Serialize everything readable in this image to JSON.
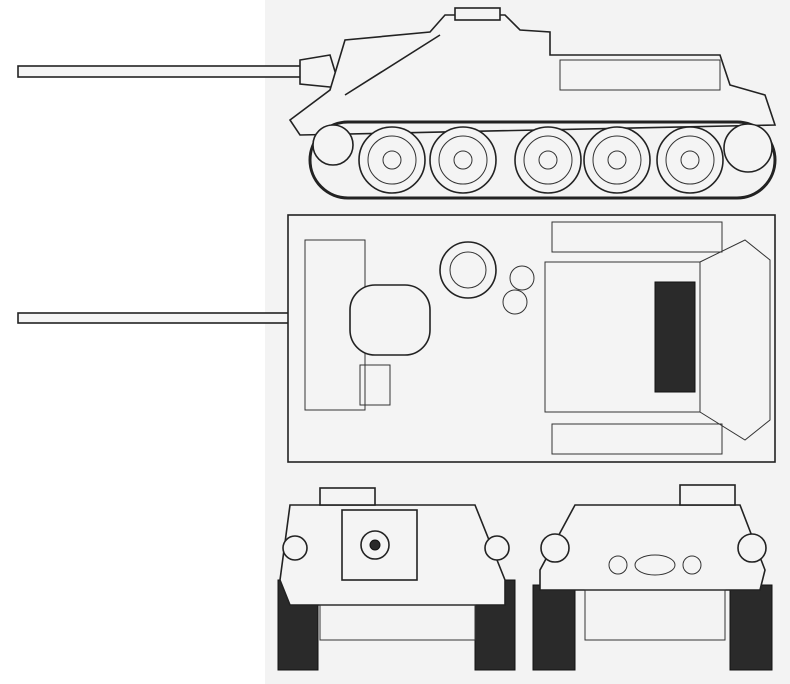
{
  "drawing": {
    "views": [
      "side-view",
      "top-view",
      "front-view",
      "rear-view"
    ],
    "colors": {
      "line": "#222222",
      "paper": "#ffffff",
      "scan-tint": "#f2f2f2"
    }
  }
}
